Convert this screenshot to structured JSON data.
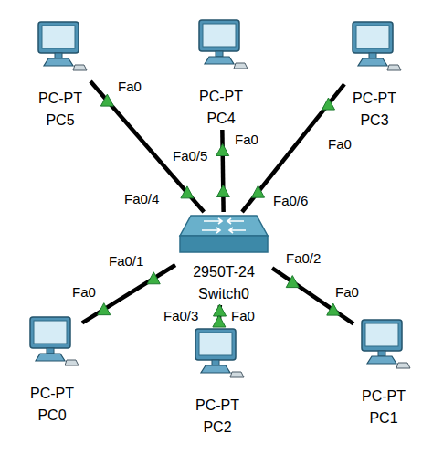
{
  "diagram": {
    "nodes": [
      {
        "text": [
          "PC-PT",
          "PC5"
        ]
      },
      {
        "text": [
          "PC-PT",
          "PC4"
        ]
      },
      {
        "text": [
          "PC-PT",
          "PC3"
        ]
      },
      {
        "text": [
          "2950T-24",
          "Switch0"
        ]
      },
      {
        "text": [
          "PC-PT",
          "PC0"
        ]
      },
      {
        "text": [
          "PC-PT",
          "PC2"
        ]
      },
      {
        "text": [
          "PC-PT",
          "PC1"
        ]
      }
    ],
    "edges": [
      {
        "from": 3,
        "to": 0,
        "arrow": "none"
      },
      {
        "from": 3,
        "to": 1,
        "arrow": "none"
      },
      {
        "from": 3,
        "to": 2,
        "arrow": "none"
      },
      {
        "from": 3,
        "to": 4,
        "arrow": "none"
      },
      {
        "from": 3,
        "to": 5,
        "arrow": "none"
      },
      {
        "from": 3,
        "to": 6,
        "arrow": "none"
      }
    ],
    "labels": [
      "Fa0",
      "Fa0",
      "Fa0",
      "Fa0/5",
      "Fa0/4",
      "Fa0/6",
      "Fa0/1",
      "Fa0/2",
      "Fa0",
      "Fa0",
      "Fa0/3",
      "Fa0"
    ]
  }
}
